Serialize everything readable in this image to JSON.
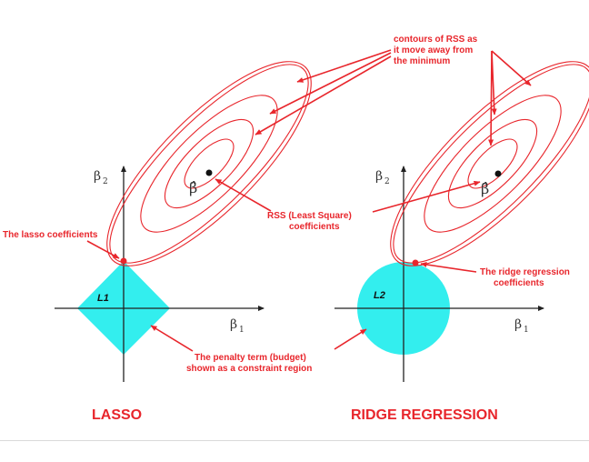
{
  "colors": {
    "annotation": "#e8262c",
    "region": "#33eeee",
    "axis": "#222222",
    "contour": "#e8262c"
  },
  "annotations": {
    "contours": [
      "contours of RSS as",
      "it move away from",
      "the minimum"
    ],
    "rss": [
      "RSS (Least Square)",
      "coefficients"
    ],
    "lasso_coef": "The lasso coefficients",
    "ridge_coef": [
      "The ridge regression",
      "coefficients"
    ],
    "penalty": [
      "The penalty term (budget)",
      "shown as a constraint region"
    ]
  },
  "lasso": {
    "title": "LASSO",
    "region_label": "L1",
    "y_axis": "β",
    "y_sub": "2",
    "x_axis": "β",
    "x_sub": "1",
    "estimate": "β̂"
  },
  "ridge": {
    "title": "RIDGE REGRESSION",
    "region_label": "L2",
    "y_axis": "β",
    "y_sub": "2",
    "x_axis": "β",
    "x_sub": "1",
    "estimate": "β̂"
  }
}
